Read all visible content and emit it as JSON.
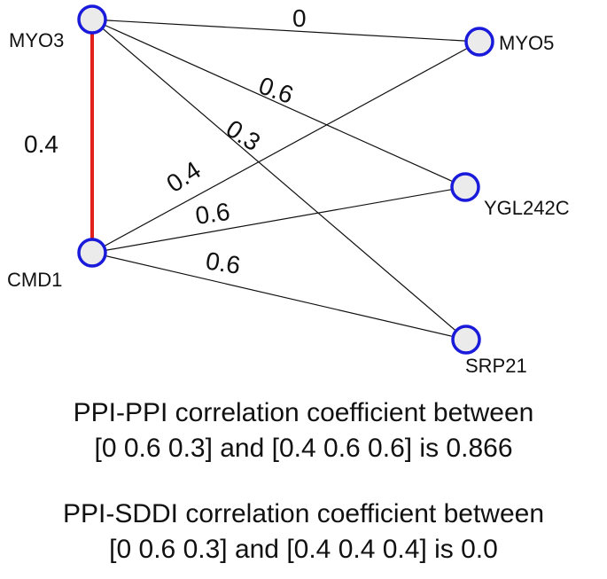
{
  "graph": {
    "nodes": [
      {
        "id": "MYO3",
        "label": "MYO3"
      },
      {
        "id": "CMD1",
        "label": "CMD1"
      },
      {
        "id": "MYO5",
        "label": "MYO5"
      },
      {
        "id": "YGL242C",
        "label": "YGL242C"
      },
      {
        "id": "SRP21",
        "label": "SRP21"
      }
    ],
    "edges": [
      {
        "from": "MYO3",
        "to": "CMD1",
        "label": "0.4",
        "highlight": true
      },
      {
        "from": "MYO3",
        "to": "MYO5",
        "label": "0"
      },
      {
        "from": "MYO3",
        "to": "YGL242C",
        "label": "0.6"
      },
      {
        "from": "MYO3",
        "to": "SRP21",
        "label": "0.3"
      },
      {
        "from": "CMD1",
        "to": "MYO5",
        "label": "0.4"
      },
      {
        "from": "CMD1",
        "to": "YGL242C",
        "label": "0.6"
      },
      {
        "from": "CMD1",
        "to": "SRP21",
        "label": "0.6"
      }
    ],
    "colors": {
      "node_stroke": "#1a1adb",
      "node_fill": "#ebebeb",
      "edge": "#111111",
      "highlight_edge": "#e0201b"
    }
  },
  "captions": [
    {
      "line1": "PPI-PPI correlation coefficient between",
      "line2": "[0 0.6 0.3] and [0.4 0.6 0.6] is 0.866"
    },
    {
      "line1": "PPI-SDDI correlation coefficient between",
      "line2": "[0 0.6 0.3] and [0.4 0.4 0.4] is 0.0"
    }
  ]
}
